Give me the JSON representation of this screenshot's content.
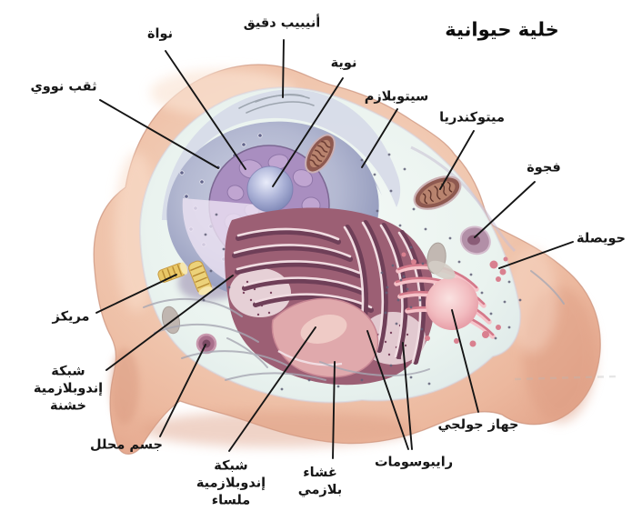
{
  "title": "خلية حيوانية",
  "labels": {
    "nucleus": "نواة",
    "microtubule": "أنيبيب دقيق",
    "nucleolus": "نوية",
    "nuclear_pore": "ثقب نووي",
    "cytoplasm": "سيتوبلازم",
    "mitochondria": "ميتوكندريا",
    "vacuole": "فجوة",
    "vesicle": "حويصلة",
    "centriole": "مريكز",
    "rough_er": [
      "شبكة",
      "إندوبلازمية",
      "خشنة"
    ],
    "lysosome": "جسم محلل",
    "smooth_er": [
      "شبكة",
      "إندوبلازمية",
      "ملساء"
    ],
    "plasma_membrane": [
      "غشاء",
      "بلازمي"
    ],
    "ribosomes": "رايبوسومات",
    "golgi": "جهاز جولجي"
  },
  "palette": {
    "background": "#ffffff",
    "label_text": "#161616",
    "leader_line": "#151515",
    "cell_membrane": "#eebca4",
    "cell_membrane_edge": "#c98e77",
    "cytoplasm_fill": "#ecf4f0",
    "nuclear_envelope": "#a4a9c6",
    "nucleus_fill": "#a98ec0",
    "nucleolus": "#8d95c3",
    "er_dark_pink": "#9c5f74",
    "golgi_pink": "#e8949e",
    "mitochondria_brown": "#8e5950",
    "centriole_yellow": "#e9c766",
    "lysosome_purple": "#a86f8b"
  }
}
